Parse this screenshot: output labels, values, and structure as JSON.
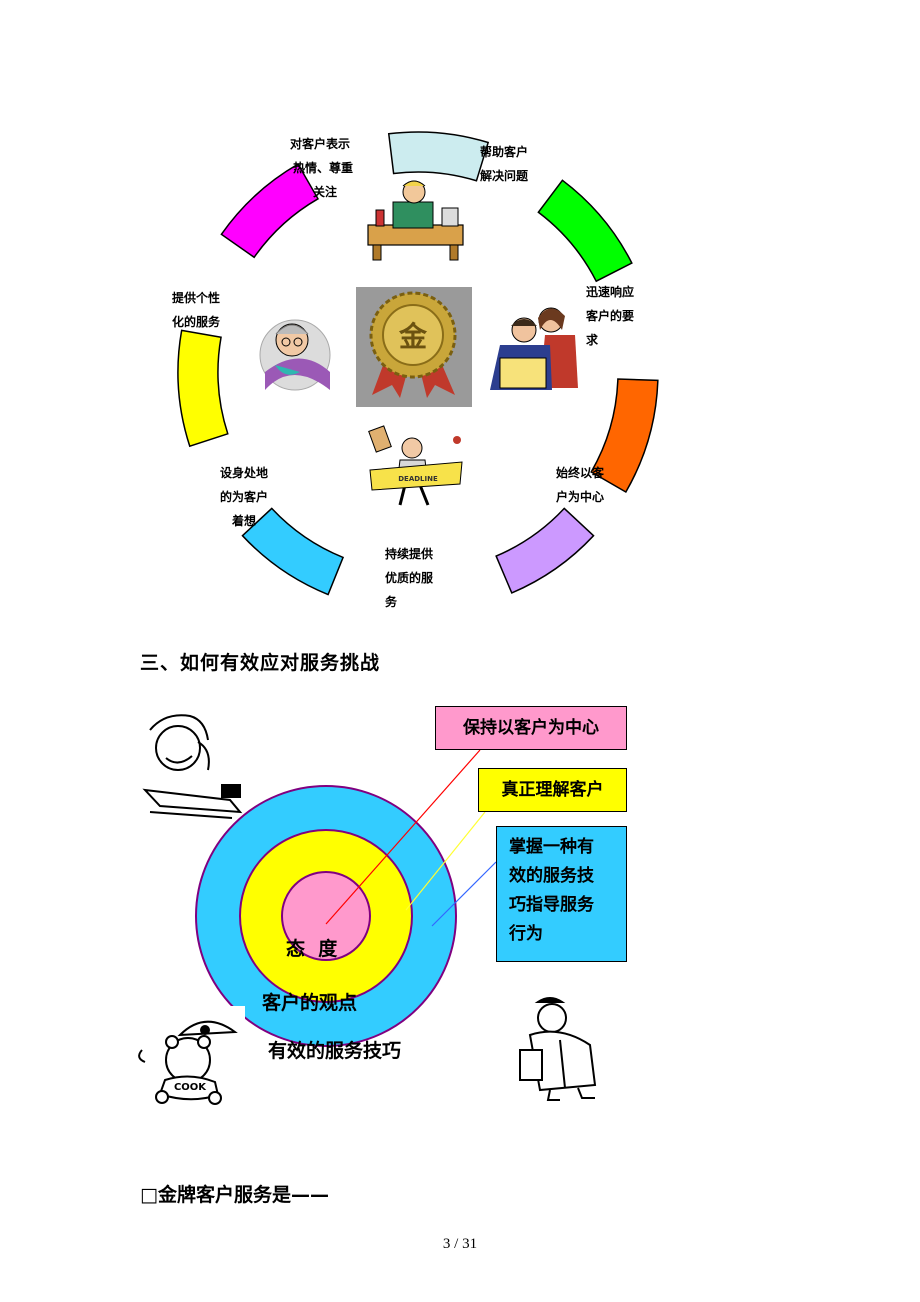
{
  "wheel": {
    "labels": {
      "top": [
        "对客户表示",
        "热情、尊重",
        "关注"
      ],
      "top_right": [
        "帮助客户",
        "解决问题"
      ],
      "right": [
        "迅速响应",
        "客户的要",
        "求"
      ],
      "lower_right": [
        "始终以客",
        "户为中心"
      ],
      "bottom": [
        "持续提供",
        "优质的服",
        "务"
      ],
      "lower_left": [
        "设身处地",
        "的为客户",
        "着想"
      ],
      "left": [
        "提供个性",
        "化的服务"
      ]
    },
    "center_badge_char": "金",
    "ribbon_text": "DEADLINE",
    "colors": {
      "top": "#ccecef",
      "top_right": "#00ff00",
      "right": "#ff6600",
      "bottom_right": "#cc99ff",
      "bottom_left": "#33ccff",
      "left": "#ffff00",
      "upper_left": "#ff00ff"
    }
  },
  "section_title": "三、如何有效应对服务挑战",
  "diagram": {
    "boxes": {
      "customer_center": "保持以客户为中心",
      "understand": "真正理解客户",
      "skills": [
        "掌握一种有",
        "效的服务技",
        "巧指导服务",
        "行为"
      ]
    },
    "rings": {
      "inner": "态  度",
      "middle": "客户的观点",
      "outer": "有效的服务技巧"
    },
    "colors": {
      "outer": "#33ccff",
      "middle": "#ffff00",
      "inner": "#ff99cc",
      "box_pink": "#ff99cc",
      "box_yellow": "#ffff00",
      "box_blue": "#33ccff"
    },
    "cook_hat_text": "COOK"
  },
  "gold_title": "□金牌客户服务是——",
  "page_number": "3 / 31"
}
